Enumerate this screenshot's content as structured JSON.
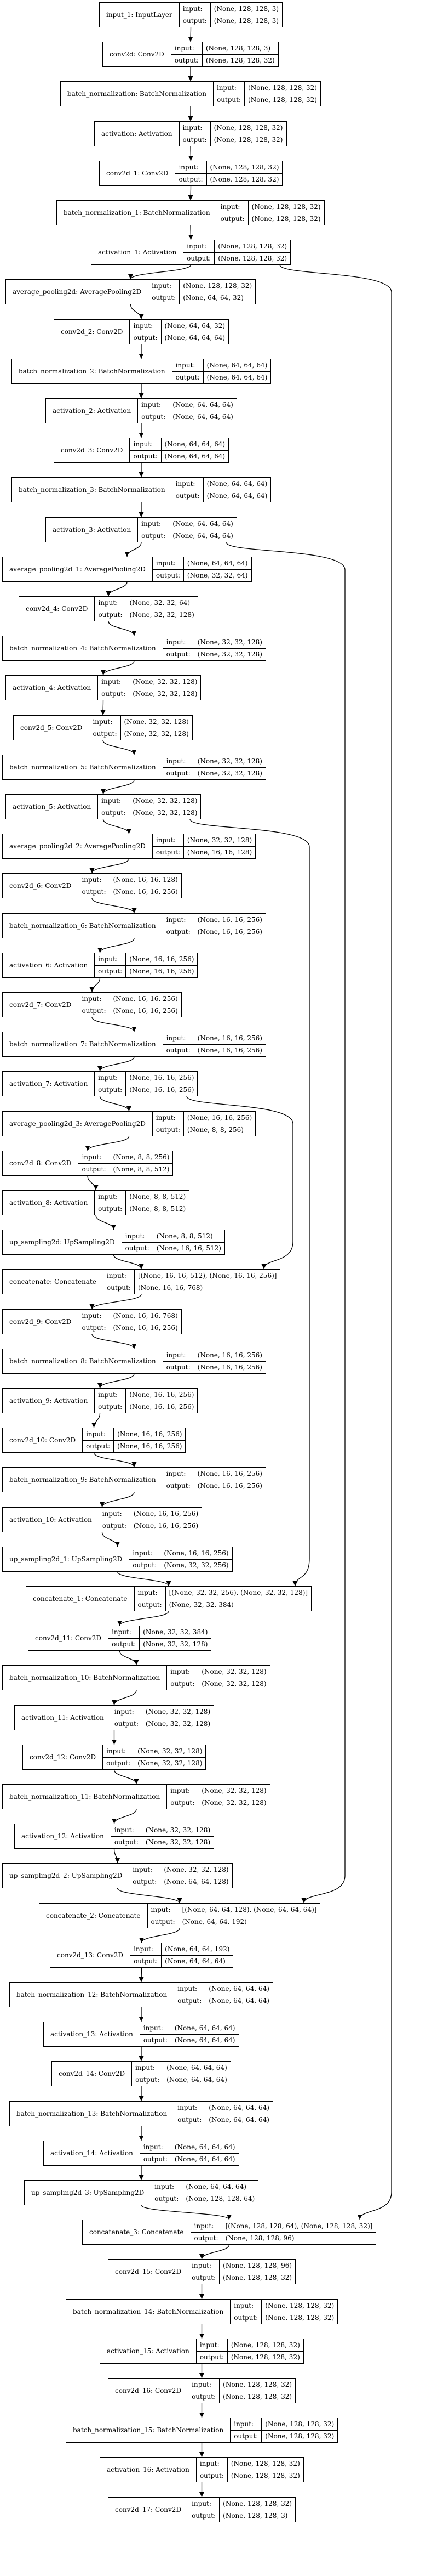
{
  "labels": {
    "input": "input:",
    "output": "output:"
  },
  "layers": [
    {
      "name": "input_1: InputLayer",
      "in": "(None, 128, 128, 3)",
      "out": "(None, 128, 128, 3)"
    },
    {
      "name": "conv2d: Conv2D",
      "in": "(None, 128, 128, 3)",
      "out": "(None, 128, 128, 32)"
    },
    {
      "name": "batch_normalization: BatchNormalization",
      "in": "(None, 128, 128, 32)",
      "out": "(None, 128, 128, 32)"
    },
    {
      "name": "activation: Activation",
      "in": "(None, 128, 128, 32)",
      "out": "(None, 128, 128, 32)"
    },
    {
      "name": "conv2d_1: Conv2D",
      "in": "(None, 128, 128, 32)",
      "out": "(None, 128, 128, 32)"
    },
    {
      "name": "batch_normalization_1: BatchNormalization",
      "in": "(None, 128, 128, 32)",
      "out": "(None, 128, 128, 32)"
    },
    {
      "name": "activation_1: Activation",
      "in": "(None, 128, 128, 32)",
      "out": "(None, 128, 128, 32)"
    },
    {
      "name": "average_pooling2d: AveragePooling2D",
      "in": "(None, 128, 128, 32)",
      "out": "(None, 64, 64, 32)"
    },
    {
      "name": "conv2d_2: Conv2D",
      "in": "(None, 64, 64, 32)",
      "out": "(None, 64, 64, 64)"
    },
    {
      "name": "batch_normalization_2: BatchNormalization",
      "in": "(None, 64, 64, 64)",
      "out": "(None, 64, 64, 64)"
    },
    {
      "name": "activation_2: Activation",
      "in": "(None, 64, 64, 64)",
      "out": "(None, 64, 64, 64)"
    },
    {
      "name": "conv2d_3: Conv2D",
      "in": "(None, 64, 64, 64)",
      "out": "(None, 64, 64, 64)"
    },
    {
      "name": "batch_normalization_3: BatchNormalization",
      "in": "(None, 64, 64, 64)",
      "out": "(None, 64, 64, 64)"
    },
    {
      "name": "activation_3: Activation",
      "in": "(None, 64, 64, 64)",
      "out": "(None, 64, 64, 64)"
    },
    {
      "name": "average_pooling2d_1: AveragePooling2D",
      "in": "(None, 64, 64, 64)",
      "out": "(None, 32, 32, 64)"
    },
    {
      "name": "conv2d_4: Conv2D",
      "in": "(None, 32, 32, 64)",
      "out": "(None, 32, 32, 128)"
    },
    {
      "name": "batch_normalization_4: BatchNormalization",
      "in": "(None, 32, 32, 128)",
      "out": "(None, 32, 32, 128)"
    },
    {
      "name": "activation_4: Activation",
      "in": "(None, 32, 32, 128)",
      "out": "(None, 32, 32, 128)"
    },
    {
      "name": "conv2d_5: Conv2D",
      "in": "(None, 32, 32, 128)",
      "out": "(None, 32, 32, 128)"
    },
    {
      "name": "batch_normalization_5: BatchNormalization",
      "in": "(None, 32, 32, 128)",
      "out": "(None, 32, 32, 128)"
    },
    {
      "name": "activation_5: Activation",
      "in": "(None, 32, 32, 128)",
      "out": "(None, 32, 32, 128)"
    },
    {
      "name": "average_pooling2d_2: AveragePooling2D",
      "in": "(None, 32, 32, 128)",
      "out": "(None, 16, 16, 128)"
    },
    {
      "name": "conv2d_6: Conv2D",
      "in": "(None, 16, 16, 128)",
      "out": "(None, 16, 16, 256)"
    },
    {
      "name": "batch_normalization_6: BatchNormalization",
      "in": "(None, 16, 16, 256)",
      "out": "(None, 16, 16, 256)"
    },
    {
      "name": "activation_6: Activation",
      "in": "(None, 16, 16, 256)",
      "out": "(None, 16, 16, 256)"
    },
    {
      "name": "conv2d_7: Conv2D",
      "in": "(None, 16, 16, 256)",
      "out": "(None, 16, 16, 256)"
    },
    {
      "name": "batch_normalization_7: BatchNormalization",
      "in": "(None, 16, 16, 256)",
      "out": "(None, 16, 16, 256)"
    },
    {
      "name": "activation_7: Activation",
      "in": "(None, 16, 16, 256)",
      "out": "(None, 16, 16, 256)"
    },
    {
      "name": "average_pooling2d_3: AveragePooling2D",
      "in": "(None, 16, 16, 256)",
      "out": "(None, 8, 8, 256)"
    },
    {
      "name": "conv2d_8: Conv2D",
      "in": "(None, 8, 8, 256)",
      "out": "(None, 8, 8, 512)"
    },
    {
      "name": "activation_8: Activation",
      "in": "(None, 8, 8, 512)",
      "out": "(None, 8, 8, 512)"
    },
    {
      "name": "up_sampling2d: UpSampling2D",
      "in": "(None, 8, 8, 512)",
      "out": "(None, 16, 16, 512)"
    },
    {
      "name": "concatenate: Concatenate",
      "in": "[(None, 16, 16, 512), (None, 16, 16, 256)]",
      "out": "(None, 16, 16, 768)"
    },
    {
      "name": "conv2d_9: Conv2D",
      "in": "(None, 16, 16, 768)",
      "out": "(None, 16, 16, 256)"
    },
    {
      "name": "batch_normalization_8: BatchNormalization",
      "in": "(None, 16, 16, 256)",
      "out": "(None, 16, 16, 256)"
    },
    {
      "name": "activation_9: Activation",
      "in": "(None, 16, 16, 256)",
      "out": "(None, 16, 16, 256)"
    },
    {
      "name": "conv2d_10: Conv2D",
      "in": "(None, 16, 16, 256)",
      "out": "(None, 16, 16, 256)"
    },
    {
      "name": "batch_normalization_9: BatchNormalization",
      "in": "(None, 16, 16, 256)",
      "out": "(None, 16, 16, 256)"
    },
    {
      "name": "activation_10: Activation",
      "in": "(None, 16, 16, 256)",
      "out": "(None, 16, 16, 256)"
    },
    {
      "name": "up_sampling2d_1: UpSampling2D",
      "in": "(None, 16, 16, 256)",
      "out": "(None, 32, 32, 256)"
    },
    {
      "name": "concatenate_1: Concatenate",
      "in": "[(None, 32, 32, 256), (None, 32, 32, 128)]",
      "out": "(None, 32, 32, 384)"
    },
    {
      "name": "conv2d_11: Conv2D",
      "in": "(None, 32, 32, 384)",
      "out": "(None, 32, 32, 128)"
    },
    {
      "name": "batch_normalization_10: BatchNormalization",
      "in": "(None, 32, 32, 128)",
      "out": "(None, 32, 32, 128)"
    },
    {
      "name": "activation_11: Activation",
      "in": "(None, 32, 32, 128)",
      "out": "(None, 32, 32, 128)"
    },
    {
      "name": "conv2d_12: Conv2D",
      "in": "(None, 32, 32, 128)",
      "out": "(None, 32, 32, 128)"
    },
    {
      "name": "batch_normalization_11: BatchNormalization",
      "in": "(None, 32, 32, 128)",
      "out": "(None, 32, 32, 128)"
    },
    {
      "name": "activation_12: Activation",
      "in": "(None, 32, 32, 128)",
      "out": "(None, 32, 32, 128)"
    },
    {
      "name": "up_sampling2d_2: UpSampling2D",
      "in": "(None, 32, 32, 128)",
      "out": "(None, 64, 64, 128)"
    },
    {
      "name": "concatenate_2: Concatenate",
      "in": "[(None, 64, 64, 128), (None, 64, 64, 64)]",
      "out": "(None, 64, 64, 192)"
    },
    {
      "name": "conv2d_13: Conv2D",
      "in": "(None, 64, 64, 192)",
      "out": "(None, 64, 64, 64)"
    },
    {
      "name": "batch_normalization_12: BatchNormalization",
      "in": "(None, 64, 64, 64)",
      "out": "(None, 64, 64, 64)"
    },
    {
      "name": "activation_13: Activation",
      "in": "(None, 64, 64, 64)",
      "out": "(None, 64, 64, 64)"
    },
    {
      "name": "conv2d_14: Conv2D",
      "in": "(None, 64, 64, 64)",
      "out": "(None, 64, 64, 64)"
    },
    {
      "name": "batch_normalization_13: BatchNormalization",
      "in": "(None, 64, 64, 64)",
      "out": "(None, 64, 64, 64)"
    },
    {
      "name": "activation_14: Activation",
      "in": "(None, 64, 64, 64)",
      "out": "(None, 64, 64, 64)"
    },
    {
      "name": "up_sampling2d_3: UpSampling2D",
      "in": "(None, 64, 64, 64)",
      "out": "(None, 128, 128, 64)"
    },
    {
      "name": "concatenate_3: Concatenate",
      "in": "[(None, 128, 128, 64), (None, 128, 128, 32)]",
      "out": "(None, 128, 128, 96)"
    },
    {
      "name": "conv2d_15: Conv2D",
      "in": "(None, 128, 128, 96)",
      "out": "(None, 128, 128, 32)"
    },
    {
      "name": "batch_normalization_14: BatchNormalization",
      "in": "(None, 128, 128, 32)",
      "out": "(None, 128, 128, 32)"
    },
    {
      "name": "activation_15: Activation",
      "in": "(None, 128, 128, 32)",
      "out": "(None, 128, 128, 32)"
    },
    {
      "name": "conv2d_16: Conv2D",
      "in": "(None, 128, 128, 32)",
      "out": "(None, 128, 128, 32)"
    },
    {
      "name": "batch_normalization_15: BatchNormalization",
      "in": "(None, 128, 128, 32)",
      "out": "(None, 128, 128, 32)"
    },
    {
      "name": "activation_16: Activation",
      "in": "(None, 128, 128, 32)",
      "out": "(None, 128, 128, 32)"
    },
    {
      "name": "conv2d_17: Conv2D",
      "in": "(None, 128, 128, 32)",
      "out": "(None, 128, 128, 3)"
    }
  ],
  "skip_connections": [
    {
      "from": "activation_1: Activation",
      "to": "concatenate_3: Concatenate"
    },
    {
      "from": "activation_3: Activation",
      "to": "concatenate_2: Concatenate"
    },
    {
      "from": "activation_5: Activation",
      "to": "concatenate_1: Concatenate"
    },
    {
      "from": "activation_7: Activation",
      "to": "concatenate: Concatenate"
    }
  ]
}
